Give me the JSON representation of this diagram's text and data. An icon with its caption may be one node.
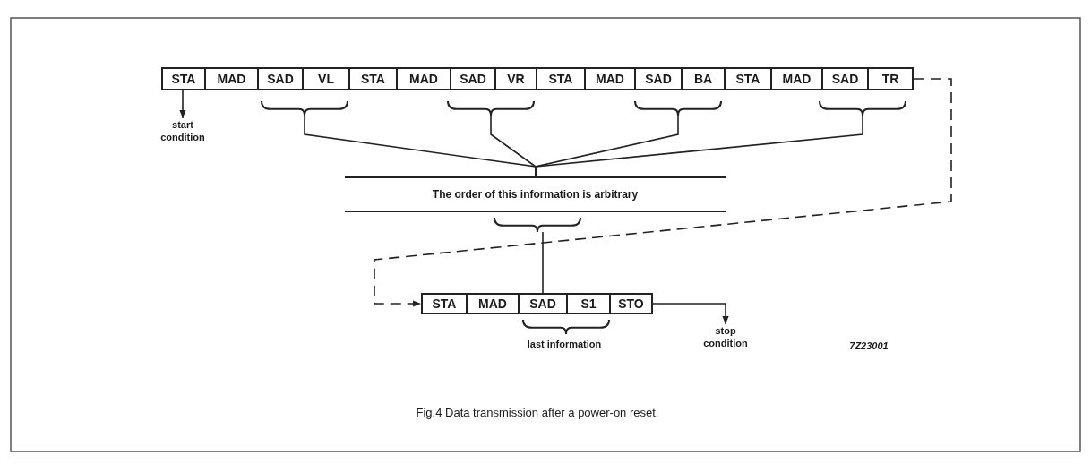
{
  "diagram": {
    "caption": "Fig.4 Data transmission after a power-on reset.",
    "nodes": [
      {
        "text": [
          "STA"
        ]
      },
      {
        "text": [
          "MAD"
        ]
      },
      {
        "text": [
          "SAD"
        ]
      },
      {
        "text": [
          "VL"
        ]
      },
      {
        "text": [
          "STA"
        ]
      },
      {
        "text": [
          "MAD"
        ]
      },
      {
        "text": [
          "SAD"
        ]
      },
      {
        "text": [
          "VR"
        ]
      },
      {
        "text": [
          "STA"
        ]
      },
      {
        "text": [
          "MAD"
        ]
      },
      {
        "text": [
          "SAD"
        ]
      },
      {
        "text": [
          "BA"
        ]
      },
      {
        "text": [
          "STA"
        ]
      },
      {
        "text": [
          "MAD"
        ]
      },
      {
        "text": [
          "SAD"
        ]
      },
      {
        "text": [
          "TR"
        ]
      },
      {
        "text": [
          "start condition"
        ]
      },
      {
        "text": [],
        "shape": "brace"
      },
      {
        "text": [],
        "shape": "brace"
      },
      {
        "text": [],
        "shape": "brace"
      },
      {
        "text": [],
        "shape": "brace"
      },
      {
        "text": [
          "The order of this information is arbitrary"
        ]
      },
      {
        "text": [],
        "shape": "brace"
      },
      {
        "text": [
          "STA"
        ]
      },
      {
        "text": [
          "MAD"
        ]
      },
      {
        "text": [
          "SAD"
        ]
      },
      {
        "text": [
          "S1"
        ]
      },
      {
        "text": [
          "STO"
        ]
      },
      {
        "text": [
          "stop condition"
        ]
      }
    ],
    "edges": [
      {
        "from": 0,
        "to": 16,
        "arrow": "to"
      },
      {
        "from": 17,
        "to": 21,
        "arrow": "none"
      },
      {
        "from": 18,
        "to": 21,
        "arrow": "none"
      },
      {
        "from": 19,
        "to": 21,
        "arrow": "none"
      },
      {
        "from": 20,
        "to": 21,
        "arrow": "none"
      },
      {
        "from": 22,
        "to": 25,
        "arrow": "none"
      },
      {
        "from": 15,
        "to": 23,
        "arrow": "to",
        "style": "dashed"
      },
      {
        "from": 27,
        "to": 28,
        "arrow": "to"
      }
    ],
    "labels": [
      "last information",
      "7Z23001"
    ]
  }
}
